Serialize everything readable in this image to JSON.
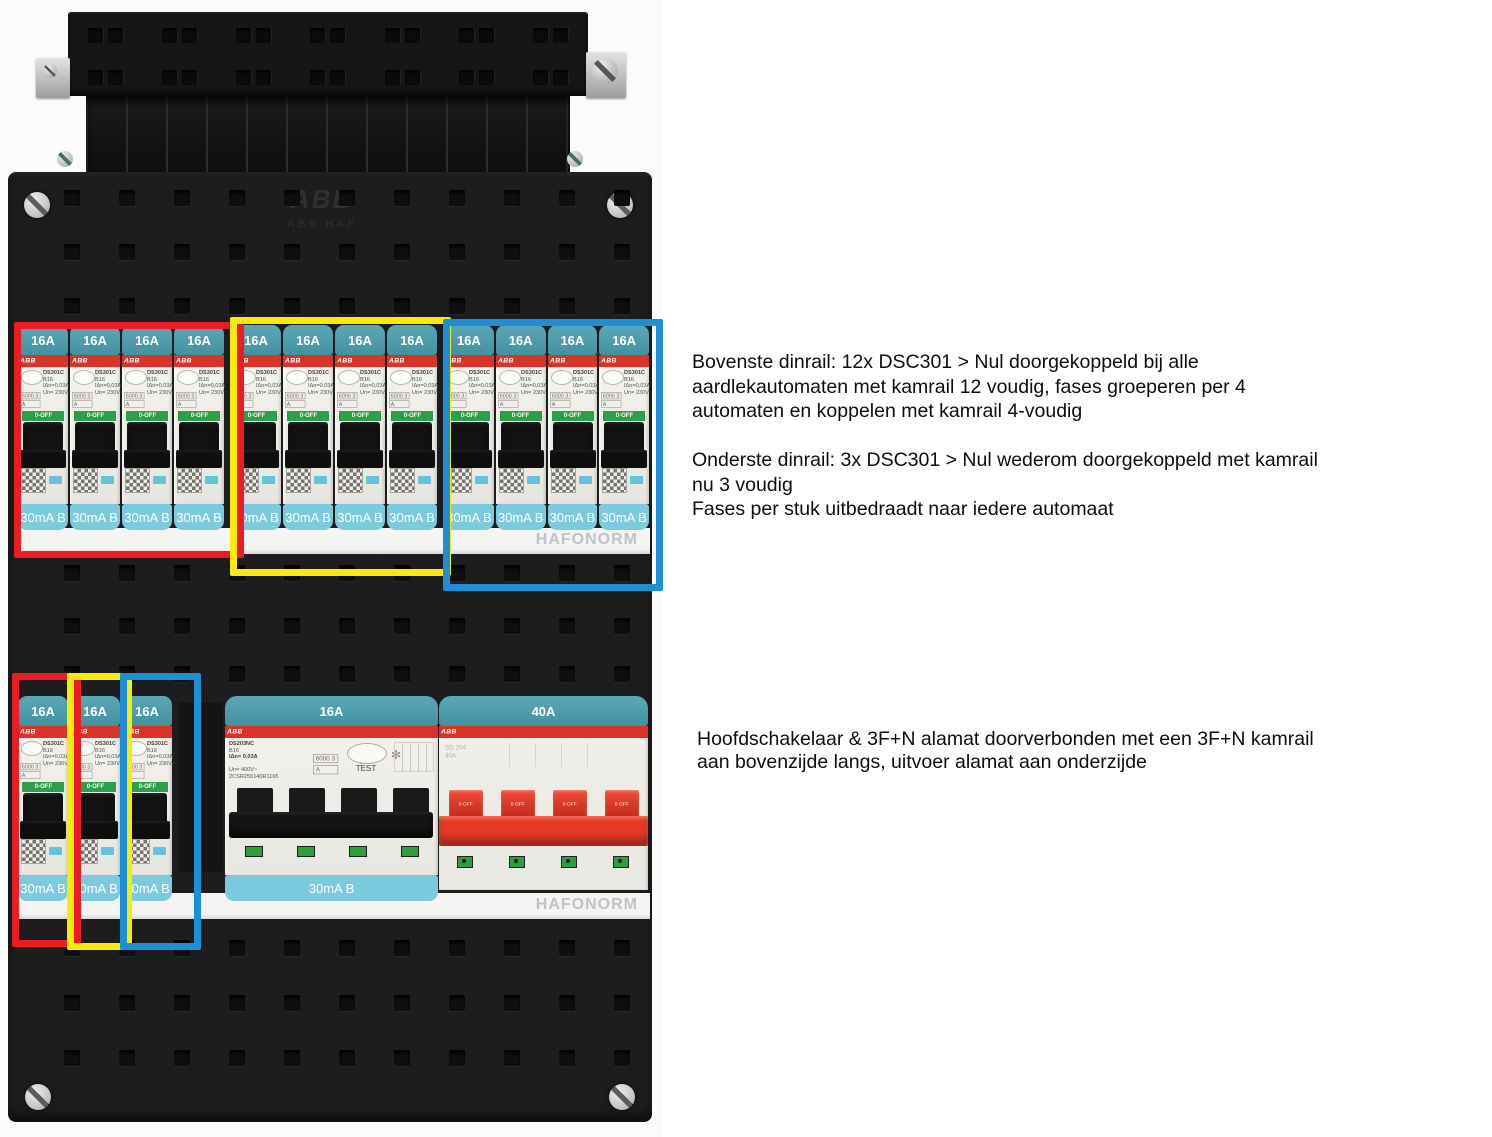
{
  "figure": {
    "notes": {
      "top": [
        "Bovenste dinrail: 12x DSC301 > Nul doorgekoppeld bij alle",
        "aardlekautomaten met kamrail 12 voudig, fases groeperen per 4",
        "automaten en koppelen met kamrail 4-voudig",
        "",
        "Onderste dinrail: 3x DSC301 > Nul wederom doorgekoppeld met kamrail",
        "nu 3 voudig",
        "Fases per stuk uitbedraadt naar iedere automaat"
      ],
      "bottom": [
        "Hoofdschakelaar & 3F+N alamat doorverbonden met een 3F+N kamrail",
        "aan bovenzijde langs, uitvoer alamat aan onderzijde"
      ]
    },
    "highlight_colors": {
      "red": "#ec1c24",
      "yellow": "#f8ea0b",
      "blue": "#1e8fd5"
    },
    "panel": {
      "emboss_brand": "ABB",
      "emboss_sub": "ABB HAF",
      "watermark": "HAFONORM",
      "ds301": {
        "amp": "16A",
        "brand": "ABB",
        "model": "DS301C",
        "curve": "B16",
        "idn": "IΔn=0,03A",
        "un": "Un= 230V~",
        "box_rating": "6000 3",
        "box_class": "A",
        "switch_label": "0-OFF",
        "trip_label": "30mA B"
      },
      "ds203": {
        "amp": "16A",
        "brand": "ABB",
        "model": "DS203NC",
        "curve": "B16",
        "idn": "IΔn= 0,03A",
        "un": "Un= 400V~",
        "serial": "2CSR256140R1165",
        "box_rating": "6000 3",
        "box_class": "A",
        "test_label": "TEST",
        "trip_label": "30mA B"
      },
      "sd204": {
        "amp": "40A",
        "brand": "ABB",
        "model": "SD 204",
        "rating": "40A",
        "handle_label": "0 OFF"
      }
    }
  }
}
